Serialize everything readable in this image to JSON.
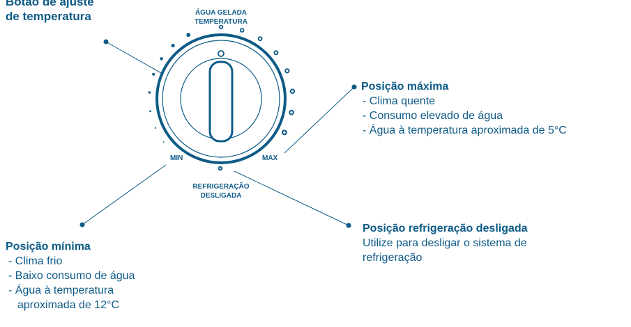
{
  "title": [
    "Botão de ajuste",
    "de temperatura"
  ],
  "dial": {
    "top_label": [
      "ÁGUA GELADA",
      "TEMPERATURA"
    ],
    "min_label": "MIN",
    "max_label": "MAX",
    "bottom_label": [
      "REFRIGERAÇÃO",
      "DESLIGADA"
    ]
  },
  "max_position": {
    "heading": "Posição máxima",
    "lines": [
      "- Clima quente",
      "- Consumo elevado de água",
      "- Água à temperatura aproximada de 5°C"
    ]
  },
  "min_position": {
    "heading": "Posição mínima",
    "lines": [
      "- Clima frio",
      "- Baixo consumo de água",
      "- Água à temperatura",
      "  aproximada de 12°C"
    ]
  },
  "off_position": {
    "heading": "Posição refrigeração desligada",
    "lines": [
      "Utilize para desligar o sistema de",
      "refrigeração"
    ]
  },
  "colors": {
    "primary": "#0e5b87"
  }
}
